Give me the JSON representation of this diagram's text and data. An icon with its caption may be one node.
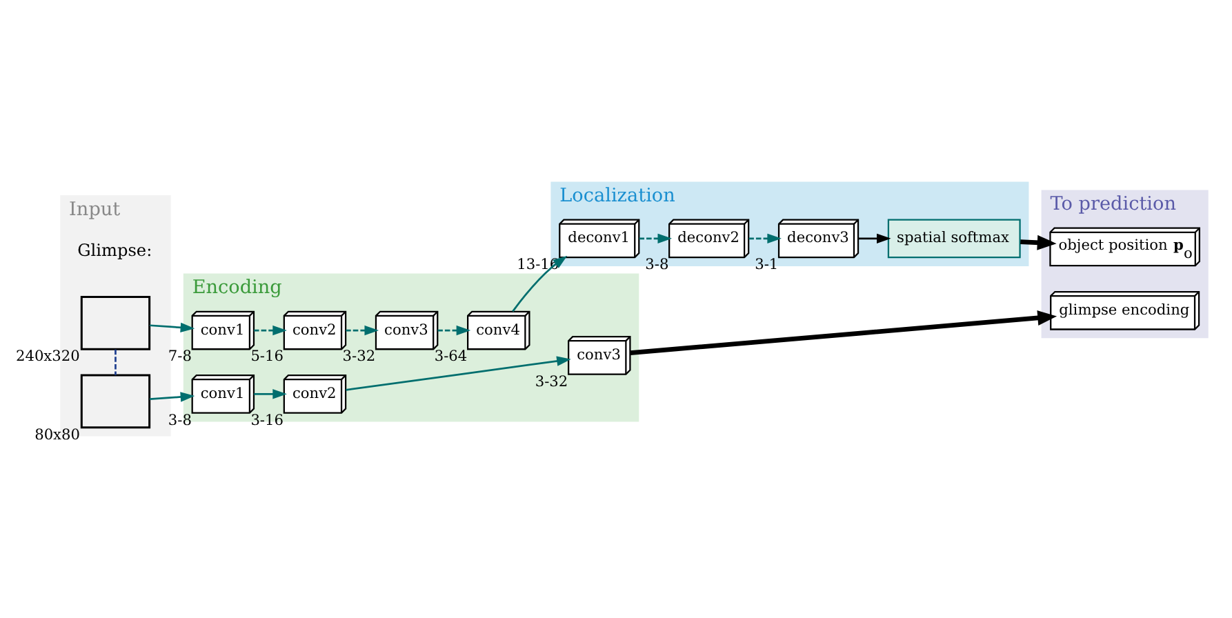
{
  "diagram": {
    "nodes": [
      {
        "text": [
          "Input"
        ]
      },
      {
        "text": [],
        "shape": "box",
        "in": 0,
        "beside": [
          "240x320"
        ]
      },
      {
        "text": [],
        "shape": "box",
        "in": 0,
        "beside": [
          "80x80"
        ]
      },
      {
        "text": [
          "Encoding"
        ]
      },
      {
        "text": [
          "conv1"
        ],
        "in": 3,
        "beside": [
          "7-8"
        ]
      },
      {
        "text": [
          "conv2"
        ],
        "in": 3,
        "beside": [
          "5-16"
        ]
      },
      {
        "text": [
          "conv3"
        ],
        "in": 3,
        "beside": [
          "3-32"
        ]
      },
      {
        "text": [
          "conv4"
        ],
        "in": 3,
        "beside": [
          "3-64"
        ]
      },
      {
        "text": [
          "conv1"
        ],
        "in": 3,
        "beside": [
          "3-8"
        ]
      },
      {
        "text": [
          "conv2"
        ],
        "in": 3,
        "beside": [
          "3-16"
        ]
      },
      {
        "text": [
          "conv3"
        ],
        "in": 3,
        "beside": [
          "3-32"
        ]
      },
      {
        "text": [
          "Localization"
        ]
      },
      {
        "text": [
          "deconv1"
        ],
        "in": 11,
        "beside": [
          "13-16"
        ]
      },
      {
        "text": [
          "deconv2"
        ],
        "in": 11,
        "beside": [
          "3-8"
        ]
      },
      {
        "text": [
          "deconv3"
        ],
        "in": 11,
        "beside": [
          "3-1"
        ]
      },
      {
        "text": [
          "spatial softmax"
        ],
        "in": 11
      },
      {
        "text": [
          "To prediction"
        ]
      },
      {
        "text": [
          "object position **p**$_{o}$"
        ],
        "in": 16
      },
      {
        "text": [
          "glimpse encoding"
        ],
        "in": 16
      }
    ],
    "edges": [
      {
        "from": 1,
        "to": 4,
        "arrow": "to"
      },
      {
        "from": 4,
        "to": 5,
        "arrow": "to",
        "style": "dashed"
      },
      {
        "from": 5,
        "to": 6,
        "arrow": "to",
        "style": "dashed"
      },
      {
        "from": 6,
        "to": 7,
        "arrow": "to",
        "style": "dashed"
      },
      {
        "from": 7,
        "to": 12,
        "arrow": "to"
      },
      {
        "from": 12,
        "to": 13,
        "arrow": "to",
        "style": "dashed"
      },
      {
        "from": 13,
        "to": 14,
        "arrow": "to",
        "style": "dashed"
      },
      {
        "from": 14,
        "to": 15,
        "arrow": "to",
        "color": "#000000"
      },
      {
        "from": 15,
        "to": 17,
        "arrow": "to",
        "color": "#000000",
        "style": "thick"
      },
      {
        "from": 1,
        "to": 2,
        "arrow": "none",
        "style": "dashed",
        "color": "#1f3f8f"
      },
      {
        "from": 2,
        "to": 8,
        "arrow": "to"
      },
      {
        "from": 8,
        "to": 9,
        "arrow": "to"
      },
      {
        "from": 9,
        "to": 10,
        "arrow": "to"
      },
      {
        "from": 10,
        "to": 18,
        "arrow": "to",
        "color": "#000000",
        "style": "thick"
      }
    ],
    "labels": [
      "Glimpse:"
    ]
  }
}
